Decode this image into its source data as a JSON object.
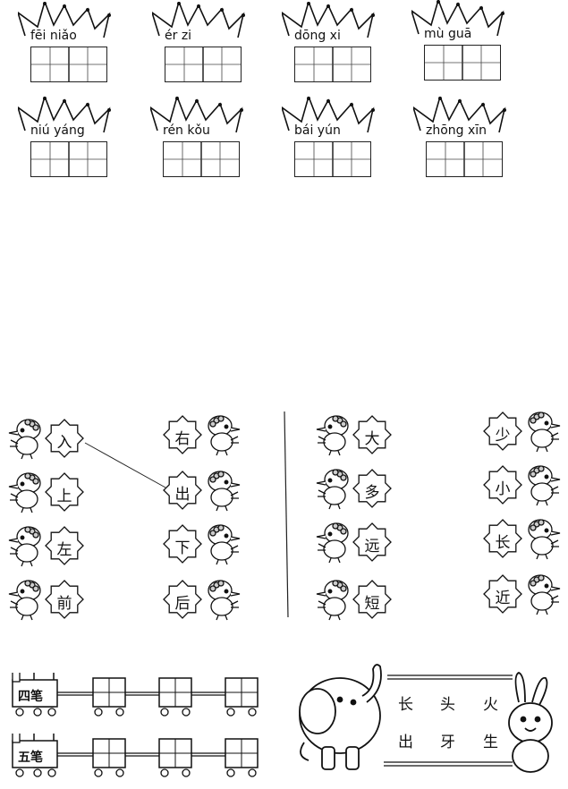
{
  "crowns": [
    {
      "pinyin": "fēi niǎo"
    },
    {
      "pinyin": "ér  zi"
    },
    {
      "pinyin": "dōng xi"
    },
    {
      "pinyin": "mù guā"
    },
    {
      "pinyin": "niú yáng"
    },
    {
      "pinyin": "rén kǒu"
    },
    {
      "pinyin": "bái  yún"
    },
    {
      "pinyin": "zhōng xīn"
    }
  ],
  "matching_left": {
    "left_column": [
      "入",
      "上",
      "左",
      "前"
    ],
    "right_column": [
      "右",
      "出",
      "下",
      "后"
    ]
  },
  "matching_right": {
    "left_column": [
      "大",
      "多",
      "远",
      "短"
    ],
    "right_column": [
      "少",
      "小",
      "长",
      "近"
    ]
  },
  "trains": [
    {
      "engine_label": "四笔"
    },
    {
      "engine_label": "五笔"
    }
  ],
  "word_bank": {
    "row1": [
      "长",
      "头",
      "火"
    ],
    "row2": [
      "出",
      "牙",
      "生"
    ]
  }
}
